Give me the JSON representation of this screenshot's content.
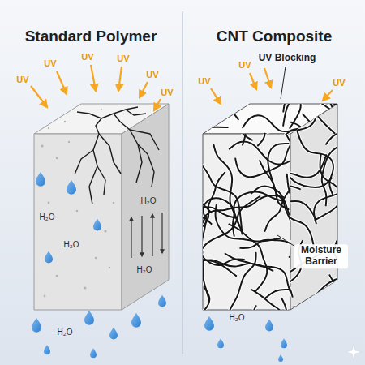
{
  "diagram": {
    "labels": [
      "Standard Polymer",
      "CNT Composite",
      "UV",
      "UV",
      "UV",
      "UV",
      "UV",
      "UV",
      "H₂O",
      "H₂O",
      "H₂O",
      "H₂O",
      "H₂O",
      "UV",
      "UV",
      "UV Blocking",
      "UV",
      "H₂O",
      "Moisture Barrier"
    ]
  }
}
